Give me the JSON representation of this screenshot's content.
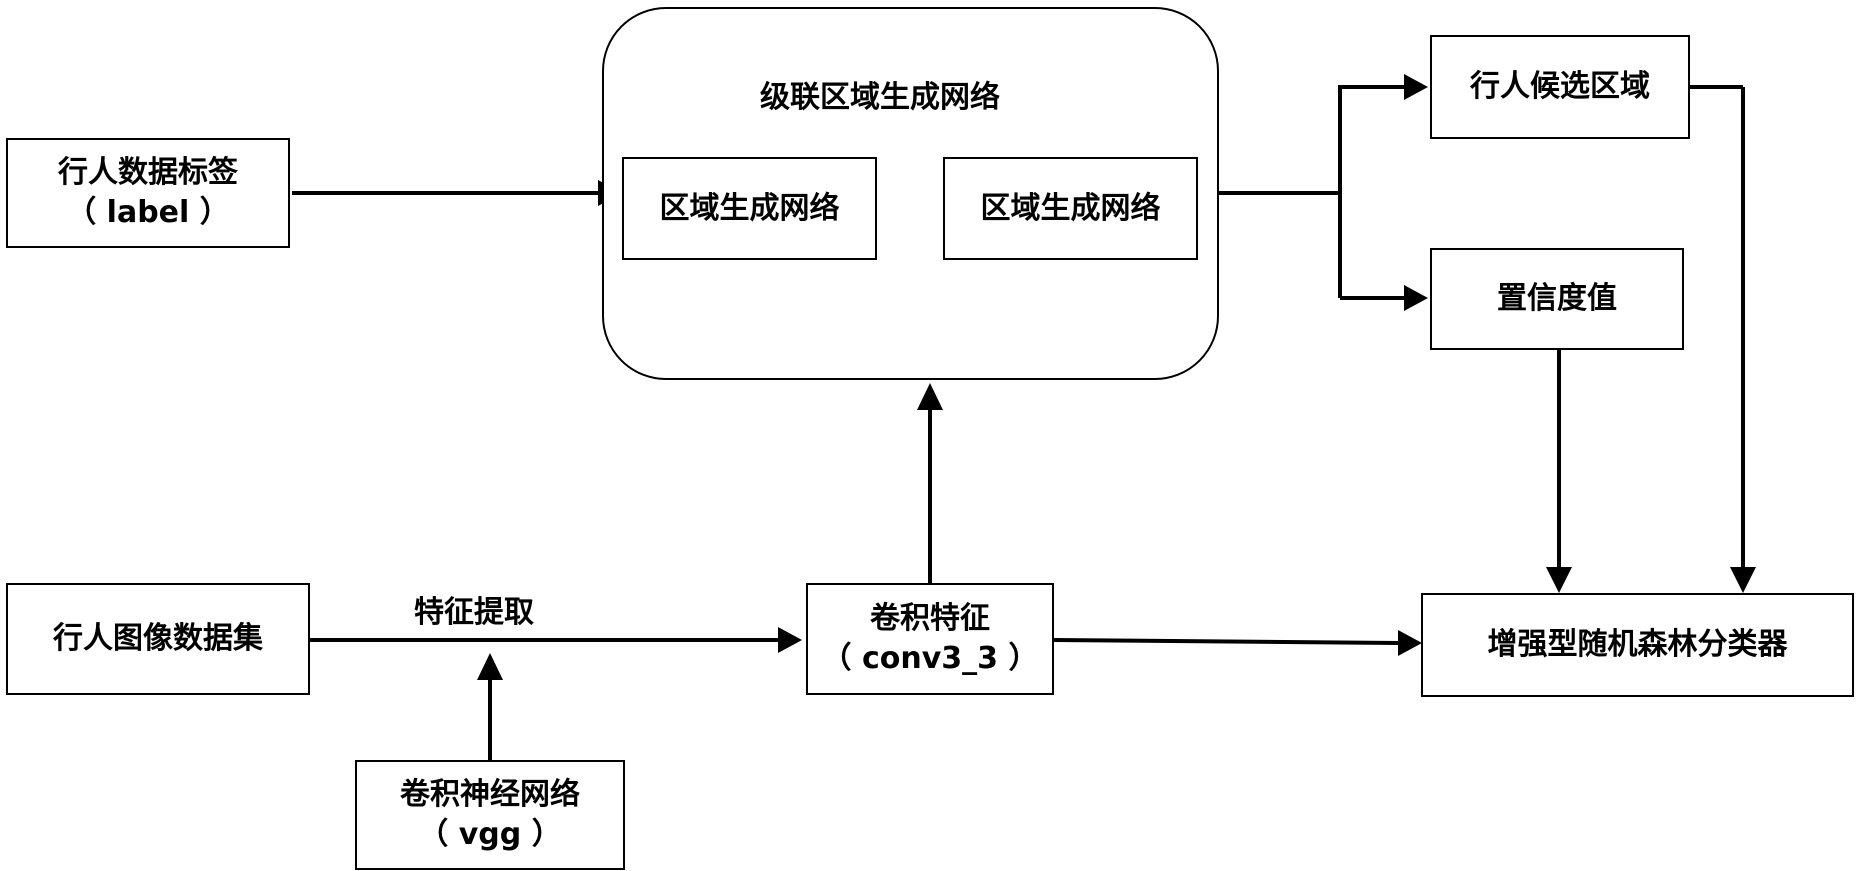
{
  "diagram": {
    "cascade": {
      "title": "级联区域生成网络",
      "sub_left": "区域生成网络",
      "sub_right": "区域生成网络"
    },
    "pedestrian_label": {
      "line1": "行人数据标签",
      "line2": "（ label ）"
    },
    "pedestrian_dataset": "行人图像数据集",
    "feature_extraction": "特征提取",
    "cnn": {
      "line1": "卷积神经网络",
      "line2": "（ vgg ）"
    },
    "conv_feature": {
      "line1": "卷积特征",
      "line2": "（ conv3_3 ）"
    },
    "candidate_region": "行人候选区域",
    "confidence": "置信度值",
    "classifier": "增强型随机森林分类器"
  }
}
